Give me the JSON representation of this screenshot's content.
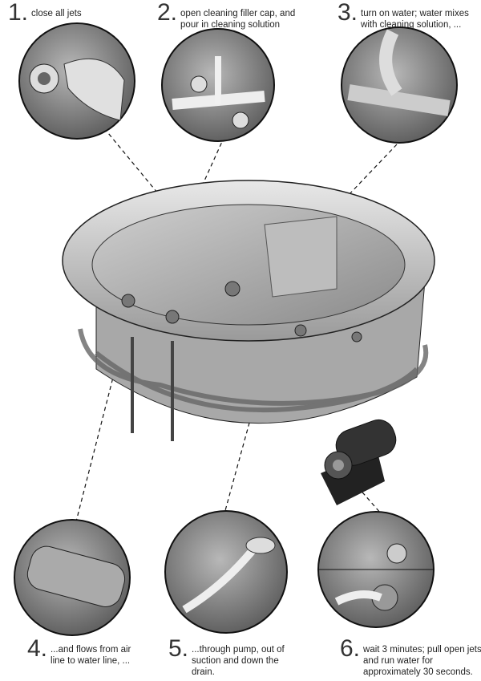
{
  "steps": [
    {
      "number": "1.",
      "text": "close all jets"
    },
    {
      "number": "2.",
      "text": "open cleaning filler cap, and pour in cleaning solution"
    },
    {
      "number": "3.",
      "text": "turn on water; water mixes with cleaning solution, ..."
    },
    {
      "number": "4.",
      "text": "...and flows from air line to water line, ..."
    },
    {
      "number": "5.",
      "text": "...through pump, out of suction and down the drain."
    },
    {
      "number": "6.",
      "text": "wait 3 minutes; pull open jets and run water for approximately 30 seconds."
    }
  ]
}
